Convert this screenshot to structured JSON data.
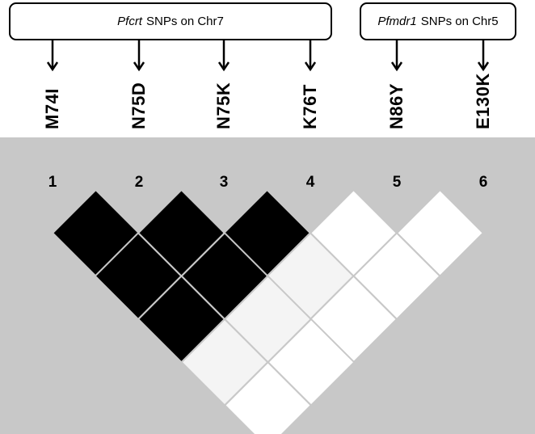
{
  "groups": [
    {
      "gene": "Pfcrt",
      "suffix": "SNPs on Chr7"
    },
    {
      "gene": "Pfmdr1",
      "suffix": "SNPs on Chr5"
    }
  ],
  "snps": [
    "M74I",
    "N75D",
    "N75K",
    "K76T",
    "N86Y",
    "E130K"
  ],
  "indices": [
    "1",
    "2",
    "3",
    "4",
    "5",
    "6"
  ],
  "ld_cells": [
    {
      "i": 1,
      "j": 2,
      "level": "high"
    },
    {
      "i": 2,
      "j": 3,
      "level": "high"
    },
    {
      "i": 3,
      "j": 4,
      "level": "high"
    },
    {
      "i": 4,
      "j": 5,
      "level": "none"
    },
    {
      "i": 5,
      "j": 6,
      "level": "none"
    },
    {
      "i": 1,
      "j": 3,
      "level": "high"
    },
    {
      "i": 2,
      "j": 4,
      "level": "high"
    },
    {
      "i": 3,
      "j": 5,
      "level": "low"
    },
    {
      "i": 4,
      "j": 6,
      "level": "none"
    },
    {
      "i": 1,
      "j": 4,
      "level": "high"
    },
    {
      "i": 2,
      "j": 5,
      "level": "low"
    },
    {
      "i": 3,
      "j": 6,
      "level": "none"
    },
    {
      "i": 1,
      "j": 5,
      "level": "low"
    },
    {
      "i": 2,
      "j": 6,
      "level": "none"
    },
    {
      "i": 1,
      "j": 6,
      "level": "none"
    }
  ],
  "colors": {
    "panel": "#c8c8c8",
    "high": "#000000",
    "low": "#f4f4f4",
    "none": "#ffffff",
    "cell_border": "#c8c8c8"
  }
}
